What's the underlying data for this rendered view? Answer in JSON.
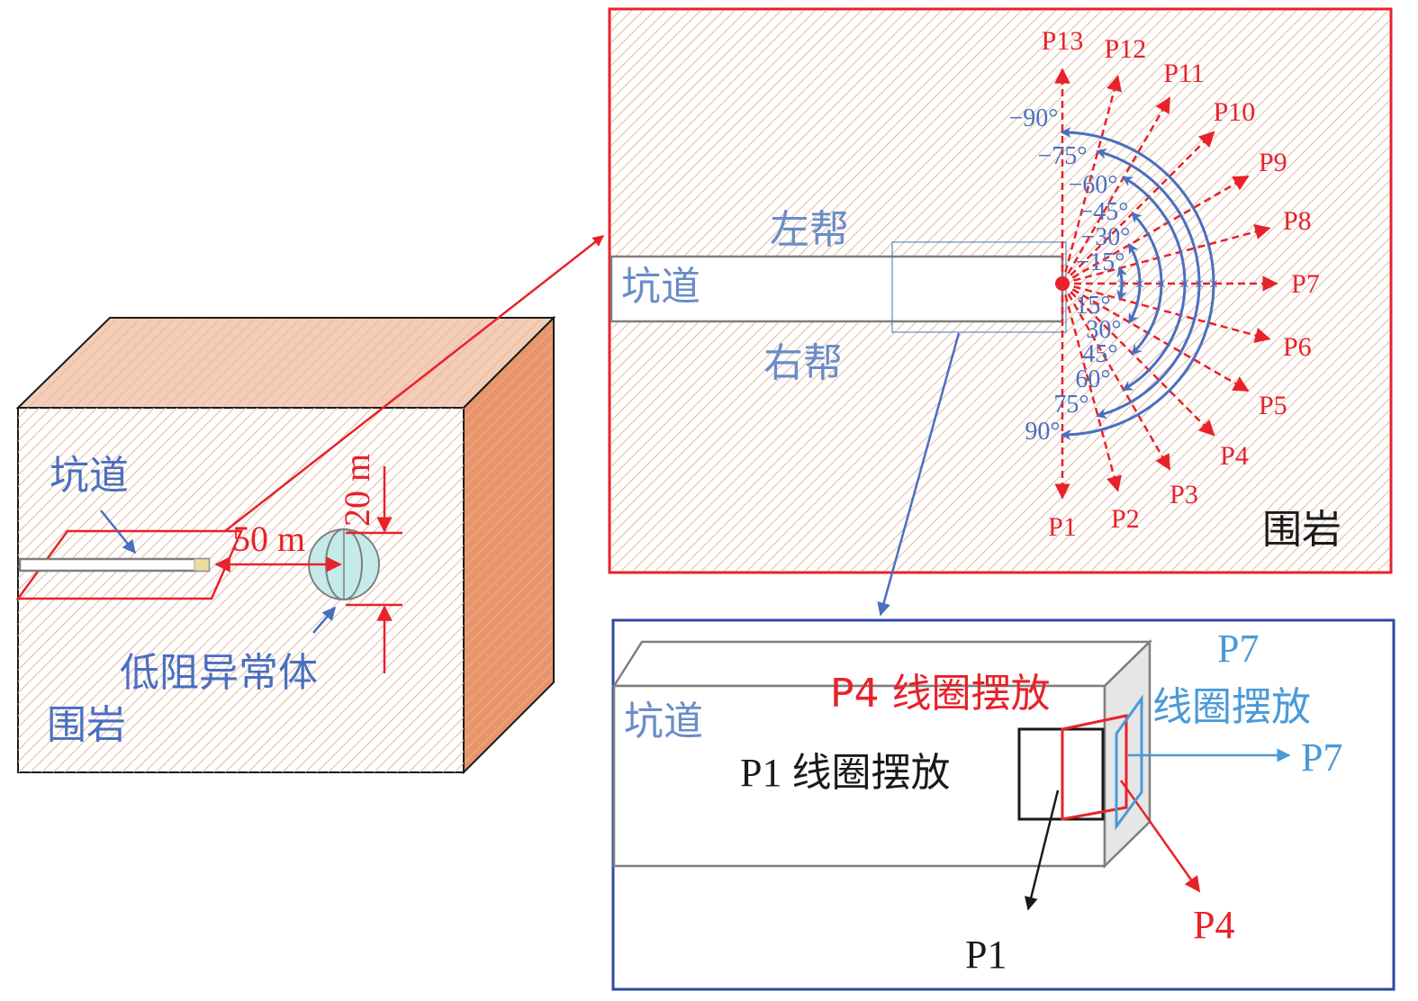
{
  "colors": {
    "red": "#e8222a",
    "blue": "#4a6fbf",
    "light_blue": "#4a9ad8",
    "label_blue": "#6a8cc8",
    "hatch": "#e5b89c",
    "block_top": "#f4cdb8",
    "block_side": "#e8956c",
    "sphere": "#c4eaea",
    "black": "#1a1a1a",
    "gray": "#7f7f7f"
  },
  "block3d": {
    "tunnel_label": "坑道",
    "anomaly_label": "低阻异常体",
    "rock_label": "围岩",
    "distance_label": "50 m",
    "size_label": "20 m"
  },
  "plan_view": {
    "tunnel_label": "坑道",
    "left_wall_label": "左帮",
    "right_wall_label": "右帮",
    "rock_label": "围岩",
    "directions": [
      {
        "id": "P1",
        "angle_deg": 90
      },
      {
        "id": "P2",
        "angle_deg": 75
      },
      {
        "id": "P3",
        "angle_deg": 60
      },
      {
        "id": "P4",
        "angle_deg": 45
      },
      {
        "id": "P5",
        "angle_deg": 30
      },
      {
        "id": "P6",
        "angle_deg": 15
      },
      {
        "id": "P7",
        "angle_deg": 0
      },
      {
        "id": "P8",
        "angle_deg": -15
      },
      {
        "id": "P9",
        "angle_deg": -30
      },
      {
        "id": "P10",
        "angle_deg": -45
      },
      {
        "id": "P11",
        "angle_deg": -60
      },
      {
        "id": "P12",
        "angle_deg": -75
      },
      {
        "id": "P13",
        "angle_deg": -90
      }
    ],
    "angle_labels_upper": [
      "−90°",
      "−75°",
      "−60°",
      "−45°",
      "−30°",
      "−15°"
    ],
    "angle_labels_lower": [
      "15°",
      "30°",
      "45°",
      "60°",
      "75°",
      "90°"
    ]
  },
  "coil_detail": {
    "tunnel_label": "坑道",
    "p1_caption": "P1 线圈摆放",
    "p4_caption": "P4 线圈摆放",
    "p7_caption_line1": "P7",
    "p7_caption_line2": "线圈摆放",
    "p1_arrow_label": "P1",
    "p4_arrow_label": "P4",
    "p7_arrow_label": "P7"
  }
}
